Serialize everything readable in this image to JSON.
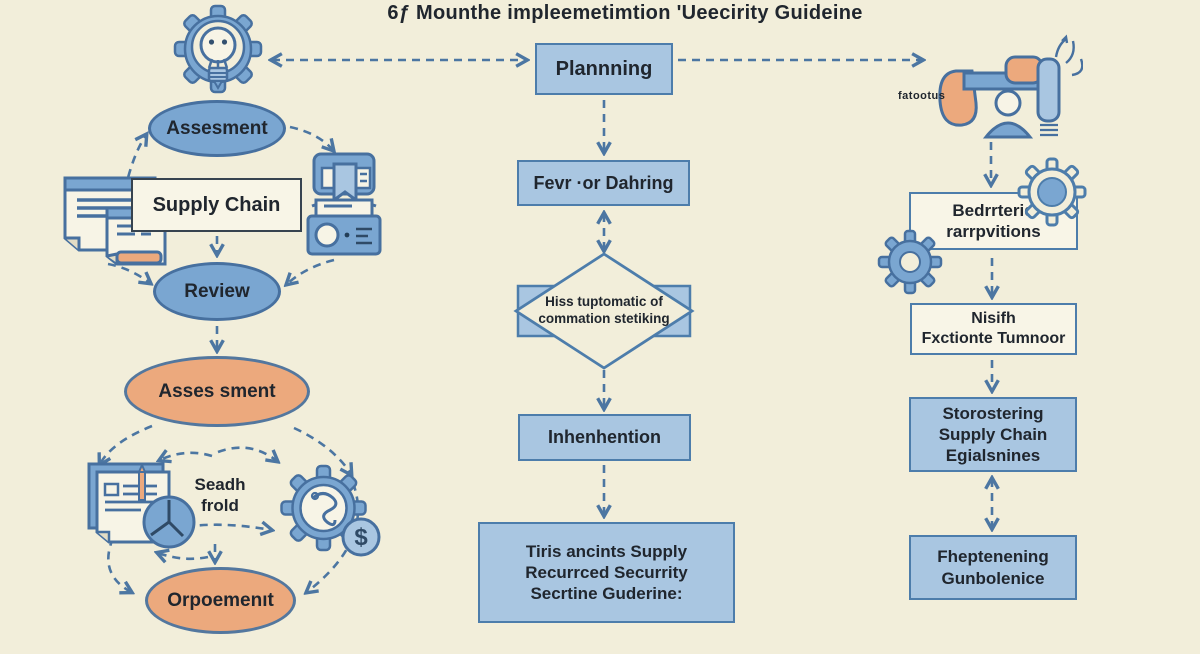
{
  "title": "6ƒ Mounthe impleemetimtion 'Ueecirity Guideine",
  "colors": {
    "background": "#f2eeda",
    "blue_fill": "#a9c6e1",
    "blue_dark": "#4d7dab",
    "ellipse_blue": "#7aa6d1",
    "orange": "#eca97d",
    "arrow": "#4c76a2",
    "text": "#20262e"
  },
  "left": {
    "assessment_top": "Assesment",
    "supply_chain": "Supply Chain",
    "review": "Review",
    "assessment_mid": "Asses sment",
    "cycle_label_line1": "Seadh",
    "cycle_label_line2": "frold",
    "orpoement": "Orpoemenıt"
  },
  "center": {
    "planning": "Plannning",
    "fevr": "Fevr ·or Dahring",
    "diamond_line1": "Hiss tuptomatic of",
    "diamond_line2": "commation stetiking",
    "intervention": "Inhenhention",
    "outcome_line1": "Tiris ancints Supply",
    "outcome_line2": "Recurrced Securrity",
    "outcome_line3": "Secrtine Guderine:"
  },
  "right": {
    "caption": "fatootus",
    "box1_line1": "Bedrrterid",
    "box1_line2": "rarrpvitions",
    "box2_line1": "Nisifh",
    "box2_line2": "Fxctionte Tumnoor",
    "box3_line1": "Storostering",
    "box3_line2": "Supply Chain",
    "box3_line3": "Egialsnines",
    "box4_line1": "Fheptenening",
    "box4_line2": "Gunbolenice"
  }
}
